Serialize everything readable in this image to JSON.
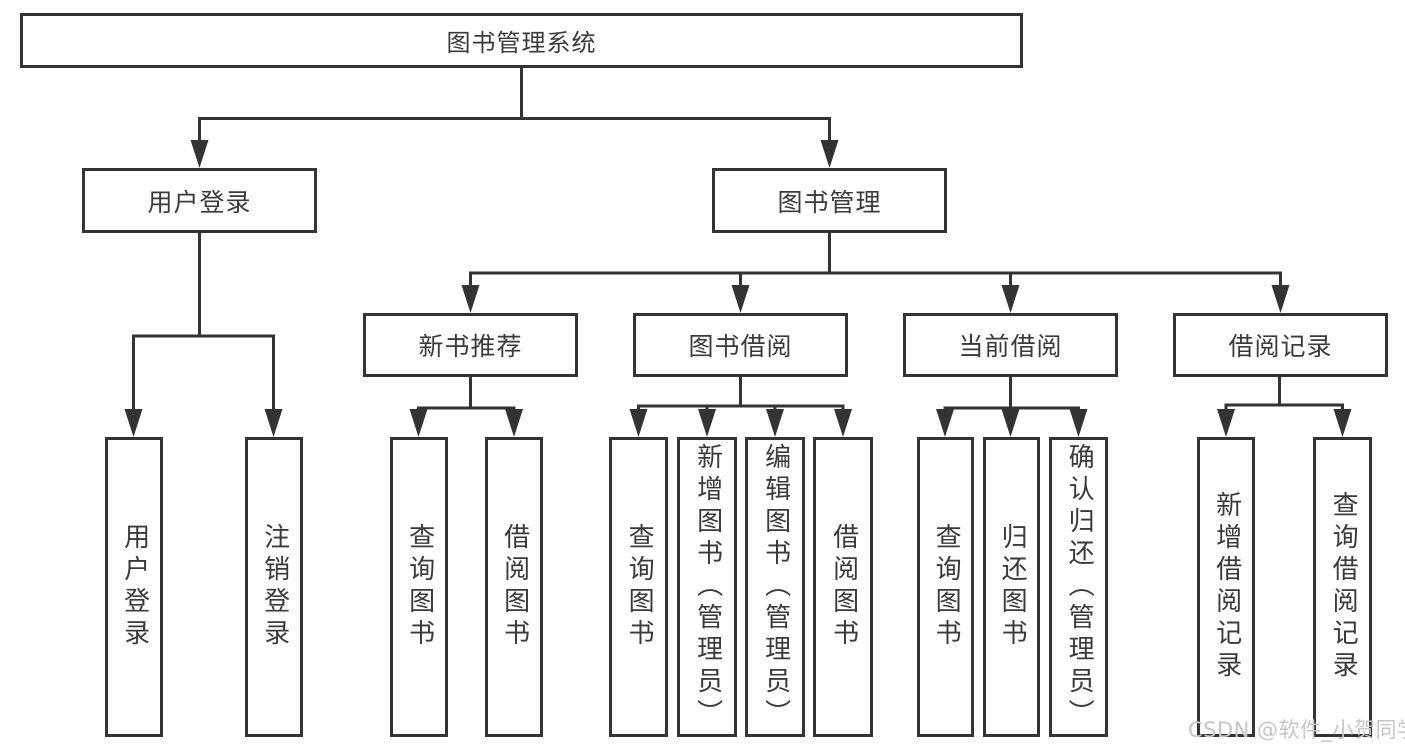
{
  "diagram": {
    "type": "tree-diagram",
    "title": "图书管理系统",
    "tree": {
      "label": "图书管理系统",
      "children": [
        {
          "label": "用户登录",
          "children": [
            {
              "label": "用户登录"
            },
            {
              "label": "注销登录"
            }
          ]
        },
        {
          "label": "图书管理",
          "children": [
            {
              "label": "新书推荐",
              "children": [
                {
                  "label": "查询图书"
                },
                {
                  "label": "借阅图书"
                }
              ]
            },
            {
              "label": "图书借阅",
              "children": [
                {
                  "label": "查询图书"
                },
                {
                  "label": "新增图书（管理员）"
                },
                {
                  "label": "编辑图书（管理员）"
                },
                {
                  "label": "借阅图书"
                }
              ]
            },
            {
              "label": "当前借阅",
              "children": [
                {
                  "label": "查询图书"
                },
                {
                  "label": "归还图书"
                },
                {
                  "label": "确认归还（管理员）"
                }
              ]
            },
            {
              "label": "借阅记录",
              "children": [
                {
                  "label": "新增借阅记录"
                },
                {
                  "label": "查询借阅记录"
                }
              ]
            }
          ]
        }
      ]
    }
  },
  "watermark": {
    "text": "CSDN @软件_小贺同学"
  },
  "colors": {
    "line": "#333333",
    "box_border": "#333333",
    "text": "#3a3a3a",
    "watermark": "#c6c6c6",
    "background": "#ffffff"
  }
}
